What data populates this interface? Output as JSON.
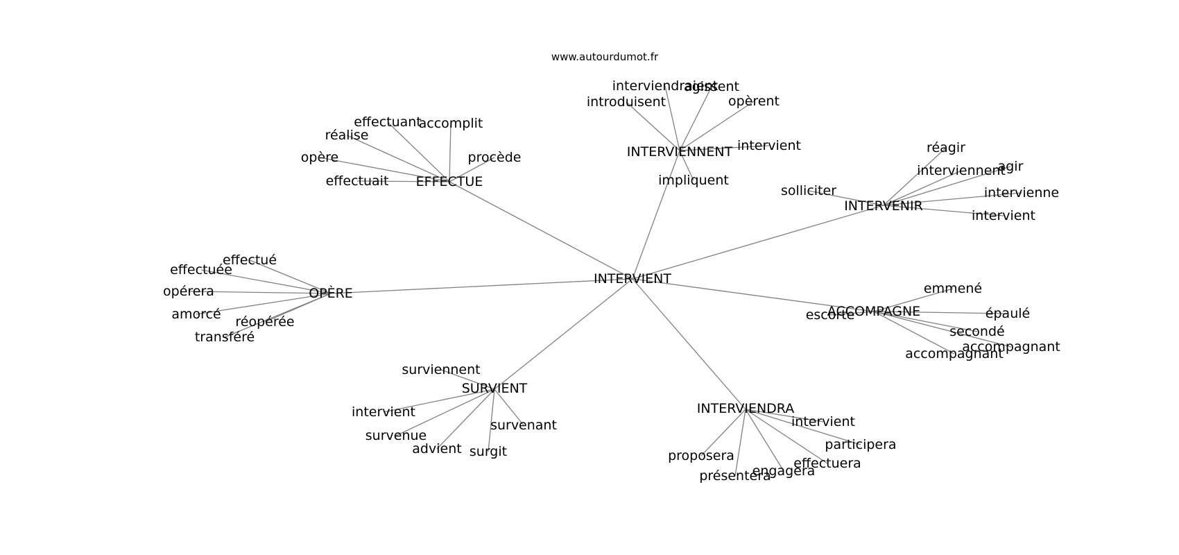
{
  "credit": "www.autourdumot.fr",
  "graph": {
    "root": "INTERVIENT",
    "groups": [
      {
        "hub": "INTERVIENNENT",
        "words": [
          "interviendraient",
          "agissent",
          "introduisent",
          "opèrent",
          "intervient",
          "impliquent"
        ]
      },
      {
        "hub": "EFFECTUE",
        "words": [
          "effectuant",
          "accomplit",
          "réalise",
          "opère",
          "procède",
          "effectuait"
        ]
      },
      {
        "hub": "INTERVENIR",
        "words": [
          "réagir",
          "interviennent",
          "agir",
          "intervienne",
          "solliciter",
          "intervient"
        ]
      },
      {
        "hub": "OPÈRE",
        "words": [
          "effectué",
          "effectuée",
          "opérera",
          "amorcé",
          "réopérée",
          "transféré"
        ]
      },
      {
        "hub": "ACCOMPAGNE",
        "words": [
          "emmené",
          "escorte",
          "épaulé",
          "secondé",
          "accompagnant",
          "accompagnant"
        ]
      },
      {
        "hub": "SURVIENT",
        "words": [
          "surviennent",
          "intervient",
          "survenue",
          "advient",
          "survenant",
          "surgit"
        ]
      },
      {
        "hub": "INTERVIENDRA",
        "words": [
          "intervient",
          "participera",
          "proposera",
          "effectuera",
          "engagera",
          "présentera"
        ]
      }
    ]
  }
}
